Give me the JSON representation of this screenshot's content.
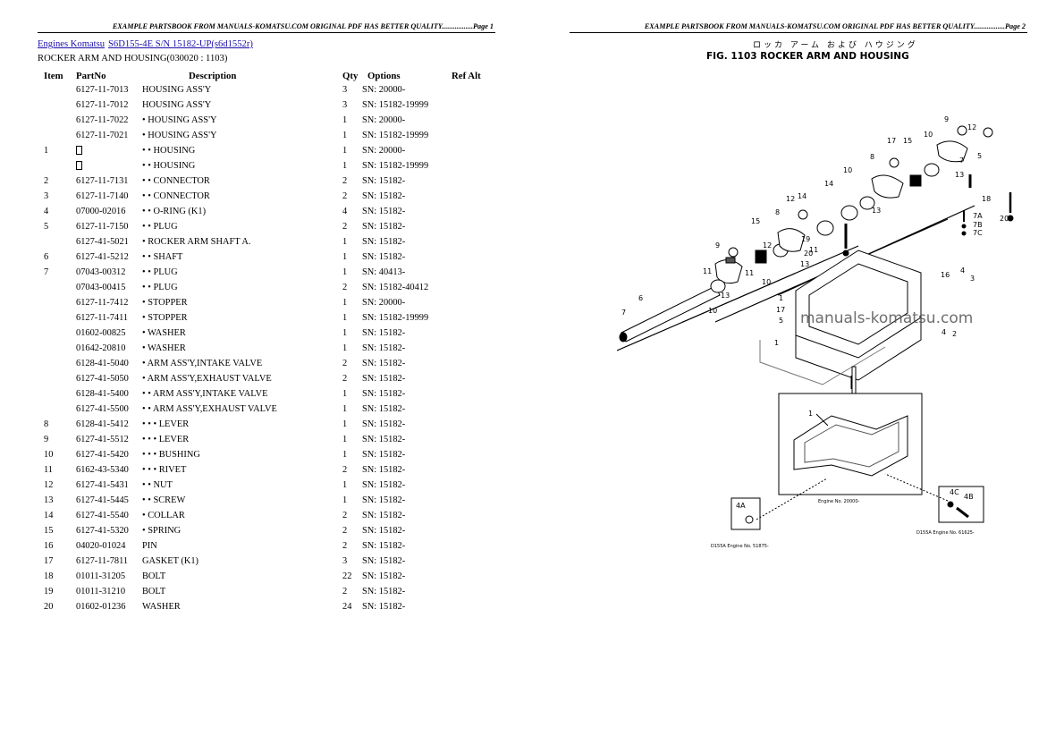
{
  "pages": [
    {
      "header_text": "EXAMPLE PARTSBOOK FROM MANUALS-KOMATSU.COM ORIGINAL PDF HAS BETTER QUALITY.................Page 1"
    },
    {
      "header_text": "EXAMPLE PARTSBOOK FROM MANUALS-KOMATSU.COM ORIGINAL PDF HAS BETTER QUALITY.................Page 2"
    }
  ],
  "breadcrumb": {
    "links": [
      {
        "label": "Engines Komatsu"
      },
      {
        "label": "S6D155-4E S/N 15182-UP(s6d1552r)"
      }
    ]
  },
  "section_title": "ROCKER ARM AND HOUSING(030020 : 1103)",
  "table": {
    "columns": [
      "Item",
      "PartNo",
      "Description",
      "Qty",
      "Options",
      "Ref Alt"
    ],
    "rows": [
      {
        "item": "",
        "part": "6127-11-7013",
        "desc": "HOUSING ASS'Y",
        "qty": "3",
        "opt": "SN: 20000-"
      },
      {
        "item": "",
        "part": "6127-11-7012",
        "desc": "HOUSING ASS'Y",
        "qty": "3",
        "opt": "SN: 15182-19999"
      },
      {
        "item": "",
        "part": "6127-11-7022",
        "desc": "• HOUSING ASS'Y",
        "qty": "1",
        "opt": "SN: 20000-"
      },
      {
        "item": "",
        "part": "6127-11-7021",
        "desc": "• HOUSING ASS'Y",
        "qty": "1",
        "opt": "SN: 15182-19999"
      },
      {
        "item": "1",
        "part": "",
        "part_placeholder": true,
        "desc": "• • HOUSING",
        "qty": "1",
        "opt": "SN: 20000-"
      },
      {
        "item": "",
        "part": "",
        "part_placeholder": true,
        "desc": "• • HOUSING",
        "qty": "1",
        "opt": "SN: 15182-19999"
      },
      {
        "item": "2",
        "part": "6127-11-7131",
        "desc": "• • CONNECTOR",
        "qty": "2",
        "opt": "SN: 15182-"
      },
      {
        "item": "3",
        "part": "6127-11-7140",
        "desc": "• • CONNECTOR",
        "qty": "2",
        "opt": "SN: 15182-"
      },
      {
        "item": "4",
        "part": "07000-02016",
        "desc": "• • O-RING (K1)",
        "qty": "4",
        "opt": "SN: 15182-"
      },
      {
        "item": "5",
        "part": "6127-11-7150",
        "desc": "• • PLUG",
        "qty": "2",
        "opt": "SN: 15182-"
      },
      {
        "item": "",
        "part": "6127-41-5021",
        "desc": "• ROCKER ARM SHAFT A.",
        "qty": "1",
        "opt": "SN: 15182-"
      },
      {
        "item": "6",
        "part": "6127-41-5212",
        "desc": "• • SHAFT",
        "qty": "1",
        "opt": "SN: 15182-"
      },
      {
        "item": "7",
        "part": "07043-00312",
        "desc": "• • PLUG",
        "qty": "1",
        "opt": "SN: 40413-"
      },
      {
        "item": "",
        "part": "07043-00415",
        "desc": "• • PLUG",
        "qty": "2",
        "opt": "SN: 15182-40412"
      },
      {
        "item": "",
        "part": "6127-11-7412",
        "desc": "• STOPPER",
        "qty": "1",
        "opt": "SN: 20000-"
      },
      {
        "item": "",
        "part": "6127-11-7411",
        "desc": "• STOPPER",
        "qty": "1",
        "opt": "SN: 15182-19999"
      },
      {
        "item": "",
        "part": "01602-00825",
        "desc": "• WASHER",
        "qty": "1",
        "opt": "SN: 15182-"
      },
      {
        "item": "",
        "part": "01642-20810",
        "desc": "• WASHER",
        "qty": "1",
        "opt": "SN: 15182-"
      },
      {
        "item": "",
        "part": "6128-41-5040",
        "desc": "• ARM ASS'Y,INTAKE VALVE",
        "qty": "2",
        "opt": "SN: 15182-"
      },
      {
        "item": "",
        "part": "6127-41-5050",
        "desc": "• ARM ASS'Y,EXHAUST VALVE",
        "qty": "2",
        "opt": "SN: 15182-"
      },
      {
        "item": "",
        "part": "6128-41-5400",
        "desc": "• • ARM ASS'Y,INTAKE VALVE",
        "qty": "1",
        "opt": "SN: 15182-"
      },
      {
        "item": "",
        "part": "6127-41-5500",
        "desc": "• • ARM ASS'Y,EXHAUST VALVE",
        "qty": "1",
        "opt": "SN: 15182-"
      },
      {
        "item": "8",
        "part": "6128-41-5412",
        "desc": "• • • LEVER",
        "qty": "1",
        "opt": "SN: 15182-"
      },
      {
        "item": "9",
        "part": "6127-41-5512",
        "desc": "• • • LEVER",
        "qty": "1",
        "opt": "SN: 15182-"
      },
      {
        "item": "10",
        "part": "6127-41-5420",
        "desc": "• • • BUSHING",
        "qty": "1",
        "opt": "SN: 15182-"
      },
      {
        "item": "11",
        "part": "6162-43-5340",
        "desc": "• • • RIVET",
        "qty": "2",
        "opt": "SN: 15182-"
      },
      {
        "item": "12",
        "part": "6127-41-5431",
        "desc": "• • NUT",
        "qty": "1",
        "opt": "SN: 15182-"
      },
      {
        "item": "13",
        "part": "6127-41-5445",
        "desc": "• • SCREW",
        "qty": "1",
        "opt": "SN: 15182-"
      },
      {
        "item": "14",
        "part": "6127-41-5540",
        "desc": "• COLLAR",
        "qty": "2",
        "opt": "SN: 15182-"
      },
      {
        "item": "15",
        "part": "6127-41-5320",
        "desc": "• SPRING",
        "qty": "2",
        "opt": "SN: 15182-"
      },
      {
        "item": "16",
        "part": "04020-01024",
        "desc": "PIN",
        "qty": "2",
        "opt": "SN: 15182-"
      },
      {
        "item": "17",
        "part": "6127-11-7811",
        "desc": "GASKET (K1)",
        "qty": "3",
        "opt": "SN: 15182-"
      },
      {
        "item": "18",
        "part": "01011-31205",
        "desc": "BOLT",
        "qty": "22",
        "opt": "SN: 15182-"
      },
      {
        "item": "19",
        "part": "01011-31210",
        "desc": "BOLT",
        "qty": "2",
        "opt": "SN: 15182-"
      },
      {
        "item": "20",
        "part": "01602-01236",
        "desc": "WASHER",
        "qty": "24",
        "opt": "SN: 15182-"
      }
    ]
  },
  "figure": {
    "japanese_title": "ロッカ アーム および ハウジング",
    "title": "FIG. 1103  ROCKER ARM AND HOUSING",
    "watermark": "manuals-komatsu.com",
    "callouts": [
      "1",
      "2",
      "3",
      "4",
      "4A",
      "4B",
      "4C",
      "5",
      "6",
      "7",
      "7A",
      "7B",
      "7C",
      "8",
      "9",
      "10",
      "11",
      "12",
      "13",
      "14",
      "15",
      "16",
      "17",
      "18",
      "19",
      "20"
    ],
    "inset_captions": {
      "main": "Engine No. 20000-",
      "left": "D155A Engine No. 51875-",
      "right": "D155A Engine No. 61625-"
    }
  }
}
